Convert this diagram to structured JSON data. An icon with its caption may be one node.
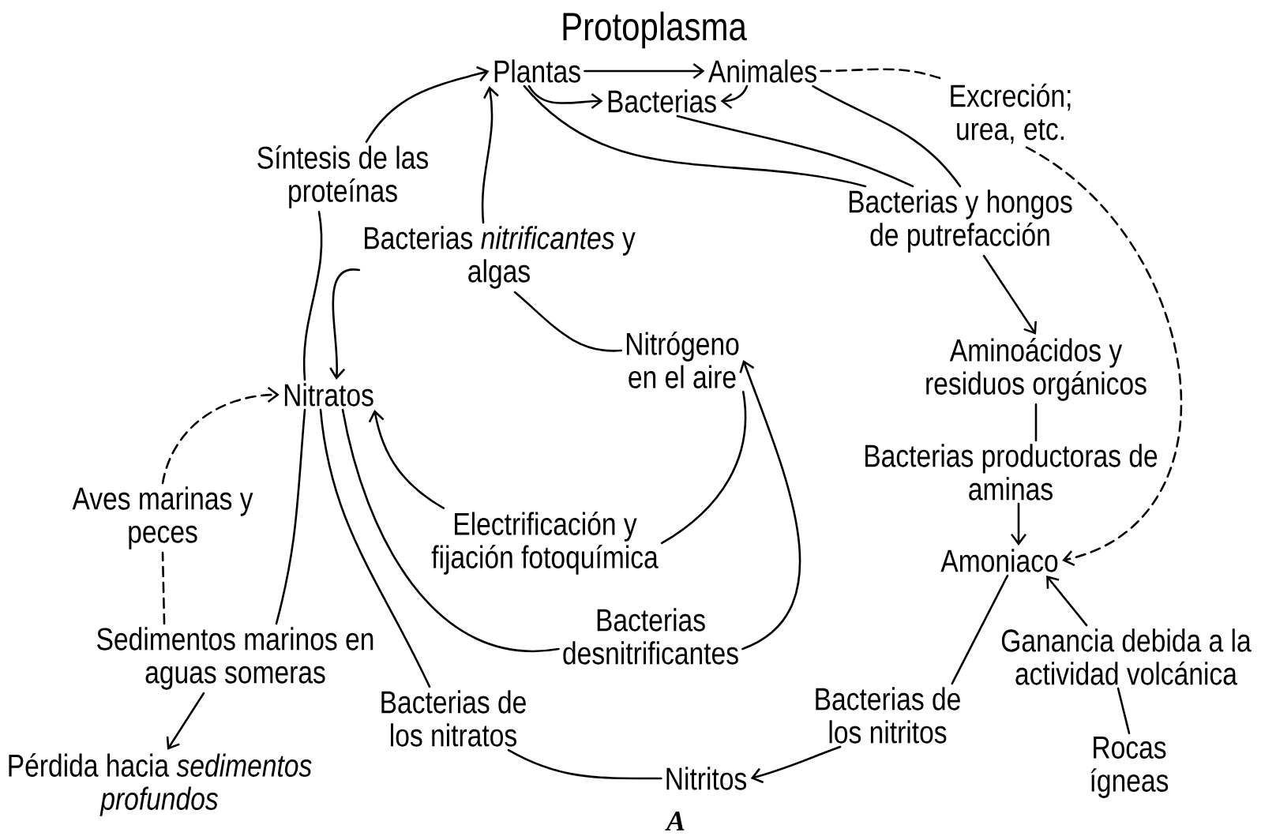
{
  "diagram": {
    "caption": "A",
    "nodes": [
      {
        "text": [
          "Plantas"
        ]
      },
      {
        "text": [
          "Animales"
        ]
      },
      {
        "text": [
          "Bacterias"
        ]
      },
      {
        "text": [
          "Excreción; urea, etc."
        ]
      },
      {
        "text": [
          "Síntesis de las proteínas"
        ]
      },
      {
        "text": [
          "Bacterias *nitrificantes* y algas"
        ]
      },
      {
        "text": [
          "Bacterias y hongos de putrefacción"
        ]
      },
      {
        "text": [
          "Nitratos"
        ]
      },
      {
        "text": [
          "Nitrógeno en el aire"
        ]
      },
      {
        "text": [
          "Aminoácidos y residuos orgánicos"
        ]
      },
      {
        "text": [
          "Bacterias productoras de aminas"
        ]
      },
      {
        "text": [
          "Aves marinas y peces"
        ]
      },
      {
        "text": [
          "Electrificación y fijación fotoquímica"
        ]
      },
      {
        "text": [
          "Amoniaco"
        ]
      },
      {
        "text": [
          "Sedimentos marinos en aguas someras"
        ]
      },
      {
        "text": [
          "Bacterias desnitrificantes"
        ]
      },
      {
        "text": [
          "Ganancia debida a la actividad volcánica"
        ]
      },
      {
        "text": [
          "Bacterias de los nitratos"
        ]
      },
      {
        "text": [
          "Bacterias de los nitritos"
        ]
      },
      {
        "text": [
          "Pérdida hacia *sedimentos profundos*"
        ]
      },
      {
        "text": [
          "Rocas ígneas"
        ]
      },
      {
        "text": [
          "Nitritos"
        ]
      }
    ],
    "edges": [
      {
        "from": 0,
        "to": 1,
        "arrow": "to"
      },
      {
        "from": 0,
        "to": 2,
        "arrow": "to"
      },
      {
        "from": 1,
        "to": 2,
        "arrow": "to"
      },
      {
        "from": 1,
        "to": 3,
        "arrow": "none",
        "style": "dashed"
      },
      {
        "from": 3,
        "to": 13,
        "arrow": "to",
        "style": "dashed"
      },
      {
        "from": 0,
        "to": 6,
        "arrow": "none"
      },
      {
        "from": 2,
        "to": 6,
        "arrow": "none"
      },
      {
        "from": 1,
        "to": 6,
        "arrow": "none"
      },
      {
        "from": 6,
        "to": 9,
        "arrow": "to"
      },
      {
        "from": 9,
        "to": 10,
        "arrow": "none"
      },
      {
        "from": 10,
        "to": 13,
        "arrow": "to"
      },
      {
        "from": 13,
        "to": 18,
        "arrow": "none"
      },
      {
        "from": 18,
        "to": 21,
        "arrow": "to"
      },
      {
        "from": 16,
        "to": 13,
        "arrow": "to"
      },
      {
        "from": 20,
        "to": 16,
        "arrow": "none"
      },
      {
        "from": 21,
        "to": 17,
        "arrow": "none"
      },
      {
        "from": 17,
        "to": 7,
        "arrow": "none"
      },
      {
        "from": 15,
        "to": 7,
        "arrow": "none"
      },
      {
        "from": 15,
        "to": 8,
        "arrow": "to"
      },
      {
        "from": 12,
        "to": 7,
        "arrow": "to"
      },
      {
        "from": 8,
        "to": 12,
        "arrow": "none"
      },
      {
        "from": 14,
        "to": 7,
        "arrow": "none"
      },
      {
        "from": 14,
        "to": 19,
        "arrow": "to"
      },
      {
        "from": 14,
        "to": 11,
        "arrow": "none",
        "style": "dashed"
      },
      {
        "from": 11,
        "to": 7,
        "arrow": "to",
        "style": "dashed"
      },
      {
        "from": 7,
        "to": 4,
        "arrow": "none"
      },
      {
        "from": 4,
        "to": 0,
        "arrow": "to"
      },
      {
        "from": 5,
        "to": 0,
        "arrow": "to"
      },
      {
        "from": 5,
        "to": 7,
        "arrow": "to"
      },
      {
        "from": 8,
        "to": 5,
        "arrow": "none"
      }
    ],
    "labels": [
      "Protoplasma"
    ]
  }
}
